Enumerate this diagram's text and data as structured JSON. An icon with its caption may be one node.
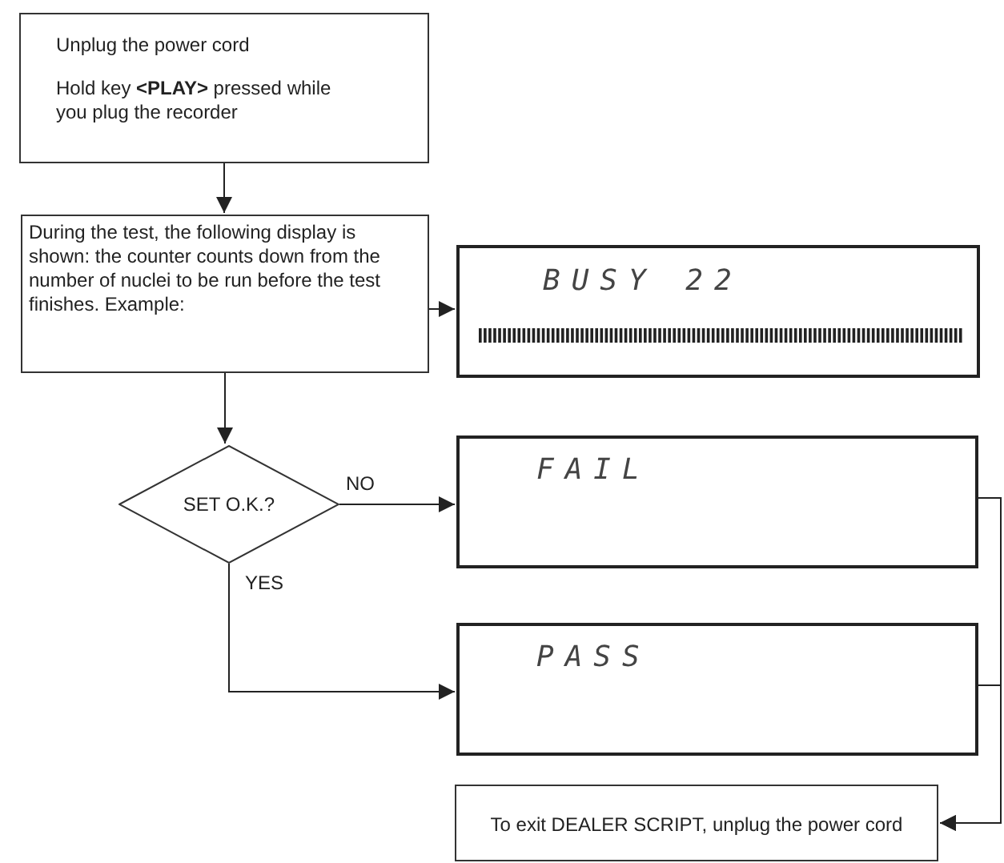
{
  "diagram": {
    "nodes": [
      {
        "text": [
          "Unplug the power cord",
          "Hold  key **<PLAY>** pressed while you plug the recorder"
        ]
      },
      {
        "text": [
          "During the test, the following display is shown: the counter counts down from the number of nuclei to be run before the test finishes. Example:"
        ]
      },
      {
        "text": [
          "BUSY 22"
        ]
      },
      {
        "text": [
          "SET O.K.?"
        ]
      },
      {
        "text": [
          "FAIL"
        ]
      },
      {
        "text": [
          "PASS"
        ]
      },
      {
        "text": [
          "To exit DEALER SCRIPT, unplug the power cord"
        ]
      }
    ],
    "edges": [
      {
        "from": 0,
        "to": 1,
        "arrow": "to"
      },
      {
        "from": 1,
        "to": 2,
        "arrow": "to"
      },
      {
        "from": 1,
        "to": 3,
        "arrow": "to"
      },
      {
        "from": 3,
        "to": 4,
        "arrow": "to",
        "label": "NO"
      },
      {
        "from": 3,
        "to": 5,
        "arrow": "to",
        "label": "YES"
      },
      {
        "from": 4,
        "to": 6,
        "arrow": "to"
      },
      {
        "from": 5,
        "to": 6,
        "arrow": "to"
      }
    ]
  }
}
